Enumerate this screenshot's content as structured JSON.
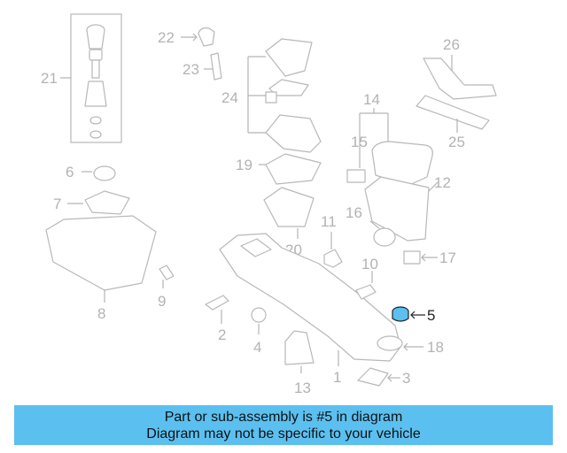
{
  "diagram": {
    "callouts": {
      "p1": "1",
      "p2": "2",
      "p3": "3",
      "p4": "4",
      "p5": "5",
      "p6": "6",
      "p7": "7",
      "p8": "8",
      "p9": "9",
      "p10": "10",
      "p11": "11",
      "p12": "12",
      "p13": "13",
      "p14": "14",
      "p15": "15",
      "p16": "16",
      "p17": "17",
      "p18": "18",
      "p19": "19",
      "p20": "20",
      "p21": "21",
      "p22": "22",
      "p23": "23",
      "p24": "24",
      "p25": "25",
      "p26": "26"
    },
    "highlighted_part": "5",
    "colors": {
      "highlight_fill": "#5bc0f0",
      "muted": "#b3b3b3",
      "banner": "#5bc0f0"
    }
  },
  "banner": {
    "line1": "Part or sub-assembly is #5 in diagram",
    "line2": "Diagram may not be specific to your vehicle"
  }
}
